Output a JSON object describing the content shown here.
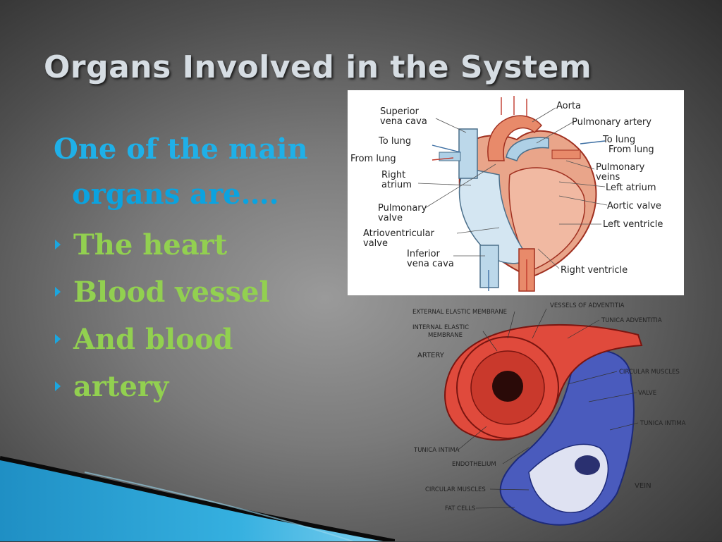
{
  "slide": {
    "title": "Organs Involved in the System",
    "intro": {
      "line1_part1": "One of the main",
      "line2_part1": "organs",
      "line2_part2": " are…."
    },
    "bullets": [
      "The heart",
      "Blood vessel",
      "And blood",
      "artery"
    ]
  },
  "heart_diagram": {
    "labels": {
      "superior_vena_cava_1": "Superior",
      "superior_vena_cava_2": "vena cava",
      "aorta": "Aorta",
      "pulmonary_artery": "Pulmonary artery",
      "to_lung_left": "To lung",
      "to_lung_right": "To lung",
      "from_lung_left": "From lung",
      "from_lung_right": "From lung",
      "right_atrium_1": "Right",
      "right_atrium_2": "atrium",
      "pulmonary_veins_1": "Pulmonary",
      "pulmonary_veins_2": "veins",
      "left_atrium": "Left atrium",
      "pulmonary_valve_1": "Pulmonary",
      "pulmonary_valve_2": "valve",
      "aortic_valve": "Aortic valve",
      "av_valve_1": "Atrioventricular",
      "av_valve_2": "valve",
      "left_ventricle": "Left ventricle",
      "inferior_vena_cava_1": "Inferior",
      "inferior_vena_cava_2": "vena cava",
      "right_ventricle": "Right ventricle"
    }
  },
  "vessel_diagram": {
    "labels": {
      "external_elastic": "EXTERNAL ELASTIC MEMBRANE",
      "vessels_adventitia": "VESSELS OF ADVENTITIA",
      "internal_elastic_1": "INTERNAL ELASTIC",
      "internal_elastic_2": "MEMBRANE",
      "tunica_adventitia": "TUNICA ADVENTITIA",
      "artery": "ARTERY",
      "circular_muscles_top": "CIRCULAR MUSCLES",
      "valve": "VALVE",
      "tunica_intima_right": "TUNICA INTIMA",
      "tunica_intima_left": "TUNICA INTIMA",
      "endothelium": "ENDOTHELIUM",
      "circular_muscles_bottom": "CIRCULAR MUSCLES",
      "vein": "VEIN",
      "fat_cells": "FAT CELLS"
    }
  },
  "colors": {
    "intro_blue": "#1fb0e8",
    "bullet_green": "#92d050",
    "bullet_arrow": "#1ba6df",
    "artery_red": "#e04a3c",
    "vein_blue": "#4a5bbd"
  }
}
